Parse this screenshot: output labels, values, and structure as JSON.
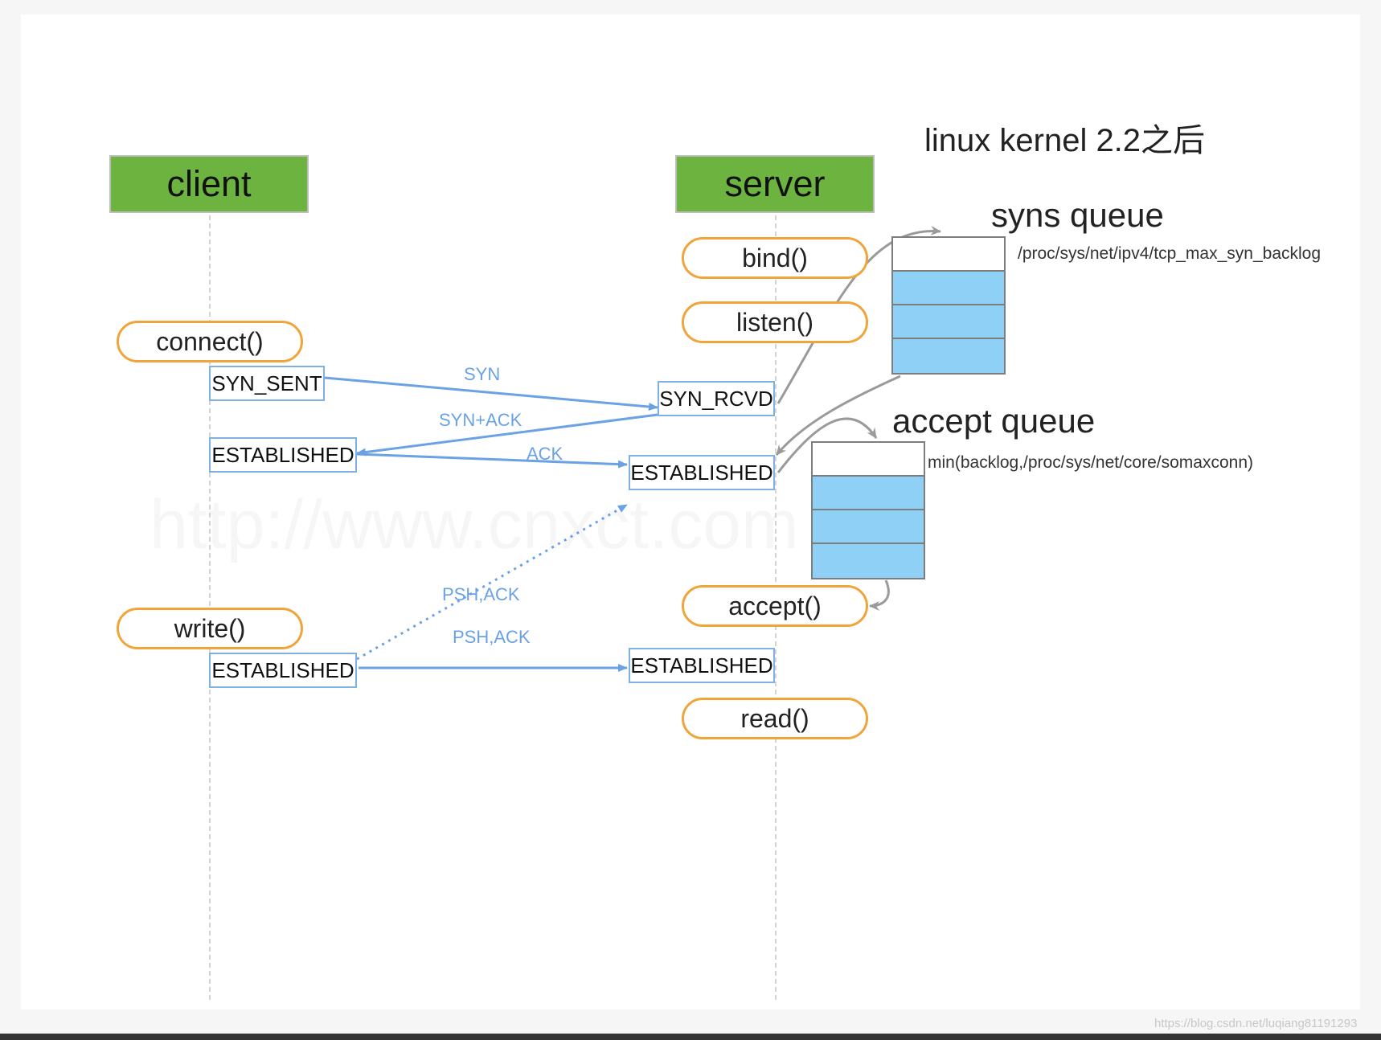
{
  "title": "linux  kernel 2.2之后",
  "actors": {
    "client": "client",
    "server": "server"
  },
  "calls": {
    "bind": "bind()",
    "listen": "listen()",
    "connect": "connect()",
    "write": "write()",
    "accept": "accept()",
    "read": "read()"
  },
  "states": {
    "client_syn_sent": "SYN_SENT",
    "client_established_1": "ESTABLISHED",
    "client_established_2": "ESTABLISHED",
    "server_syn_rcvd": "SYN_RCVD",
    "server_established_1": "ESTABLISHED",
    "server_established_2": "ESTABLISHED"
  },
  "messages": {
    "syn": "SYN",
    "syn_ack": "SYN+ACK",
    "ack": "ACK",
    "psh_ack_dotted": "PSH,ACK",
    "psh_ack": "PSH,ACK"
  },
  "queues": {
    "syns": {
      "title": "syns queue",
      "note": "/proc/sys/net/ipv4/tcp_max_syn_backlog",
      "slots": [
        "empty",
        "filled",
        "filled",
        "filled"
      ]
    },
    "accept": {
      "title": "accept queue",
      "note": "min(backlog,/proc/sys/net/core/somaxconn)",
      "slots": [
        "empty",
        "filled",
        "filled",
        "filled"
      ]
    }
  },
  "watermark": "http://www.cnxct.com",
  "credit": "https://blog.csdn.net/luqiang81191293",
  "colors": {
    "actor_fill": "#6db33f",
    "call_border": "#f0a43a",
    "state_border": "#7fb1e6",
    "message": "#6aa2e6",
    "queue_filled": "#8fd0f7",
    "connector": "#9a9a9a"
  }
}
